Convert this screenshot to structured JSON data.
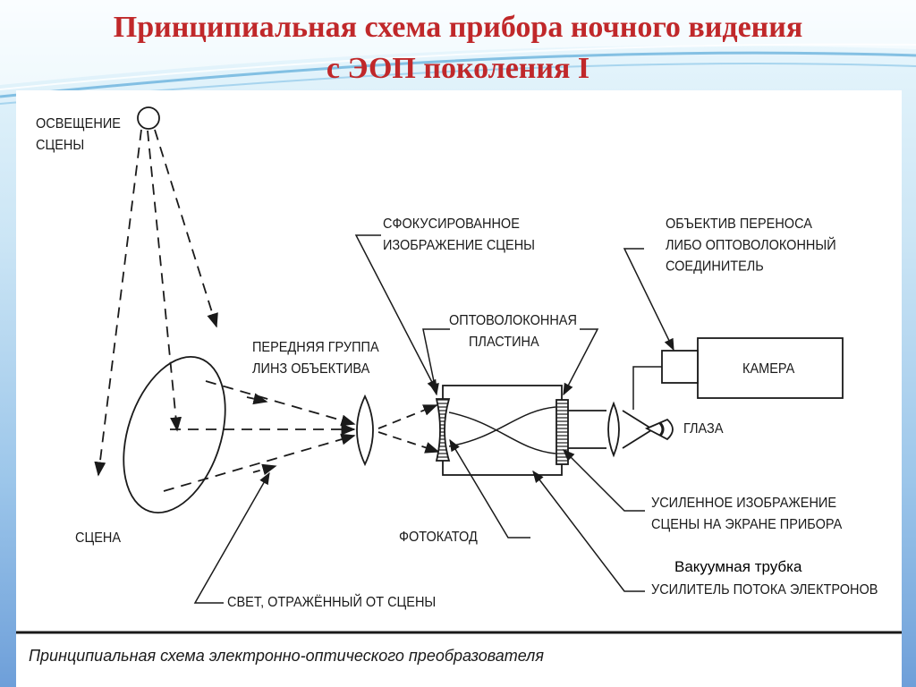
{
  "slide": {
    "title_line1": "Принципиальная схема  прибора ночного видения",
    "title_line2": "с ЭОП поколения I"
  },
  "diagram": {
    "scene_lighting": [
      "ОСВЕЩЕНИЕ",
      "СЦЕНЫ"
    ],
    "scene": "СЦЕНА",
    "reflected_light": "СВЕТ, ОТРАЖЁННЫЙ ОТ СЦЕНЫ",
    "front_lens_group": [
      "ПЕРЕДНЯЯ ГРУППА",
      "ЛИНЗ ОБЪЕКТИВА"
    ],
    "focused_image": [
      "СФОКУСИРОВАННОЕ",
      "ИЗОБРАЖЕНИЕ СЦЕНЫ"
    ],
    "fiber_plate": [
      "ОПТОВОЛОКОННАЯ",
      "ПЛАСТИНА"
    ],
    "transfer_lens": [
      "ОБЪЕКТИВ ПЕРЕНОСА",
      "ЛИБО ОПТОВОЛОКОННЫЙ",
      "СОЕДИНИТЕЛЬ"
    ],
    "camera": "КАМЕРА",
    "eyes": "ГЛАЗА",
    "amplified_image": [
      "УСИЛЕННОЕ ИЗОБРАЖЕНИЕ",
      "СЦЕНЫ НА ЭКРАНЕ ПРИБОРА"
    ],
    "photocathode": "ФОТОКАТОД",
    "vacuum_tube": "Вакуумная трубка",
    "electron_amplifier": "УСИЛИТЕЛЬ ПОТОКА ЭЛЕКТРОНОВ",
    "caption": "Принципиальная схема электронно-оптического преобразователя"
  }
}
